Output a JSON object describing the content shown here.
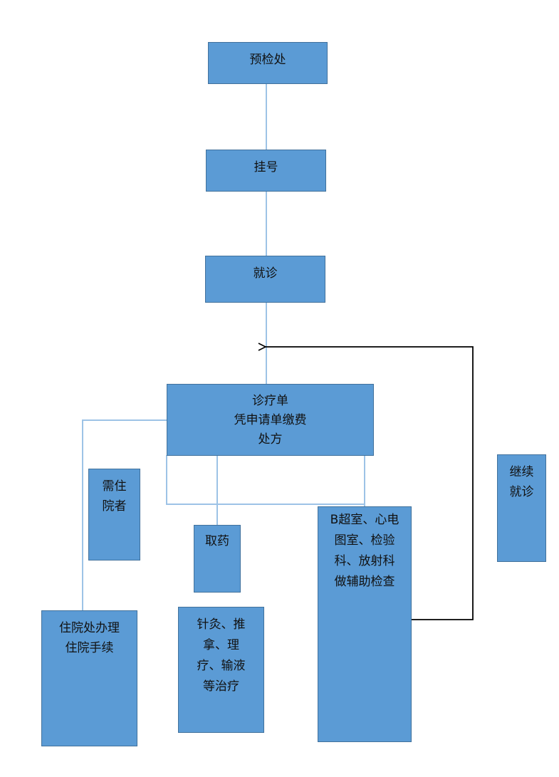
{
  "nodes": {
    "pre_check": "预检处",
    "register": "挂号",
    "consult": "就诊",
    "order": [
      "诊疗单",
      "凭申请单缴费",
      "处方"
    ],
    "need_hospital": [
      "需住",
      "院者"
    ],
    "hospital_admission": [
      "住院处办理",
      "住院手续"
    ],
    "get_medicine": "取药",
    "therapy": [
      "针灸、推",
      "拿、理",
      "疗、输液",
      "等治疗"
    ],
    "exams": [
      "B超室、心电",
      "图室、检验",
      "科、放射科",
      "做辅助检查"
    ],
    "continue": [
      "继续",
      "就诊"
    ]
  },
  "colors": {
    "box_fill": "#5b9bd5",
    "box_border": "#41719c",
    "thin_line": "#9dc3e6",
    "arrow_line": "#000000"
  }
}
